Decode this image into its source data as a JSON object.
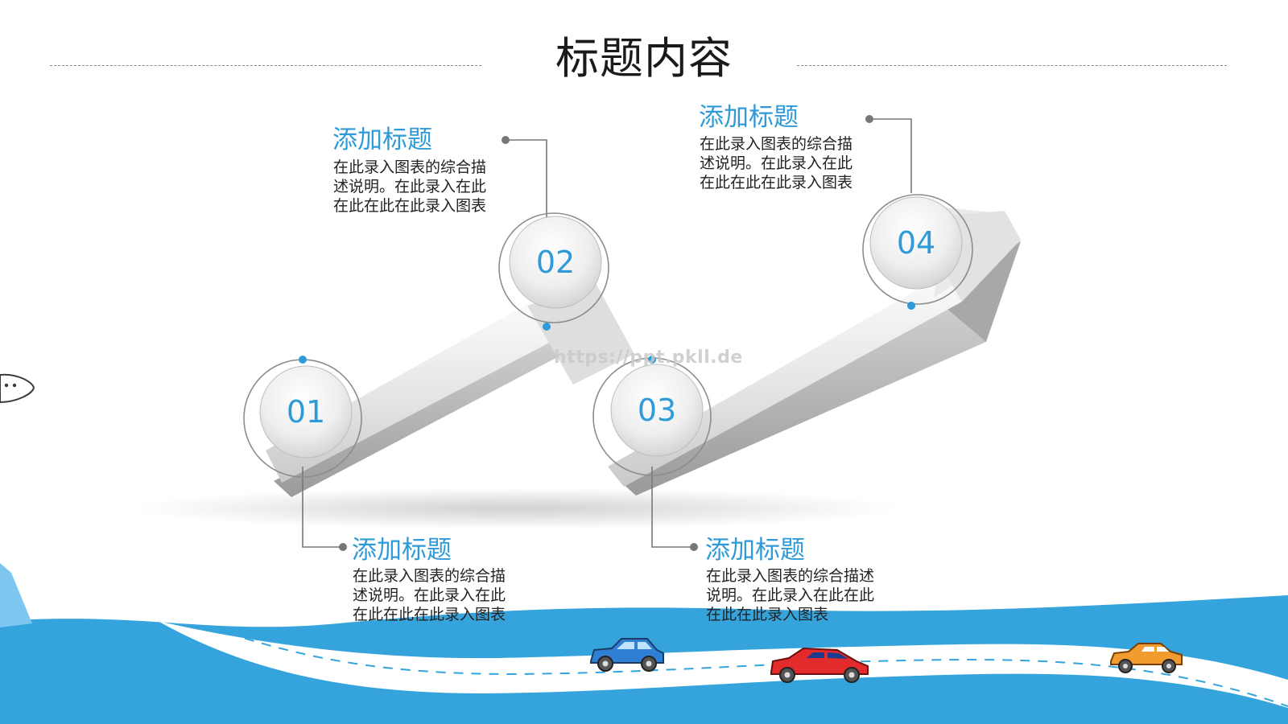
{
  "title": "标题内容",
  "watermark": "https://ppt.pkll.de",
  "colors": {
    "accent": "#2f9ad8",
    "road_blue": "#36a4dc",
    "arrow_gray": "#e6e6e6",
    "connector": "#777777"
  },
  "steps": [
    {
      "number": "01",
      "heading": "添加标题",
      "description": "在此录入图表的综合描\n述说明。在此录入在此\n在此在此在此录入图表"
    },
    {
      "number": "02",
      "heading": "添加标题",
      "description": "在此录入图表的综合描\n述说明。在此录入在此\n在此在此在此录入图表"
    },
    {
      "number": "03",
      "heading": "添加标题",
      "description": "在此录入图表的综合描述\n说明。在此录入在此在此\n在此在此录入图表"
    },
    {
      "number": "04",
      "heading": "添加标题",
      "description": "在此录入图表的综合描\n述说明。在此录入在此\n在此在此在此录入图表"
    }
  ],
  "cars": [
    {
      "name": "blue-car",
      "color": "#2f7fd4"
    },
    {
      "name": "red-car",
      "color": "#e32b2b"
    },
    {
      "name": "orange-car",
      "color": "#f29b2e"
    }
  ]
}
